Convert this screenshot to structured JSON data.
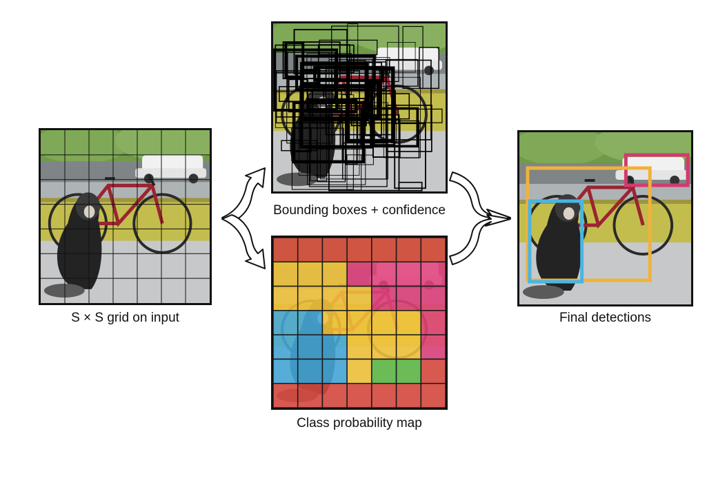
{
  "captions": {
    "grid": "S × S grid on input",
    "boxes": "Bounding boxes + confidence",
    "classmap": "Class probability map",
    "final": "Final detections"
  },
  "grid_size": 7,
  "class_map": [
    [
      "red",
      "red",
      "red",
      "red",
      "red",
      "red",
      "red"
    ],
    [
      "yellow",
      "yellow",
      "yellow",
      "pink",
      "pink",
      "pink",
      "pink"
    ],
    [
      "yellow",
      "yellow",
      "yellow",
      "yellow",
      "pink",
      "pink",
      "pink"
    ],
    [
      "blue",
      "blue",
      "yellow",
      "yellow",
      "yellow",
      "yellow",
      "pink"
    ],
    [
      "blue",
      "blue",
      "blue",
      "yellow",
      "yellow",
      "yellow",
      "pink"
    ],
    [
      "blue",
      "blue",
      "blue",
      "yellow",
      "green",
      "green",
      "red"
    ],
    [
      "red",
      "red",
      "red",
      "red",
      "red",
      "red",
      "red"
    ]
  ],
  "colors": {
    "red": "#d9493f",
    "yellow": "#f2c33a",
    "pink": "#e0417c",
    "blue": "#45a9d9",
    "green": "#5fb846",
    "car_box": "#d33a6e",
    "bike_box": "#f0b23c",
    "dog_box": "#4ab5e3"
  },
  "detections": [
    {
      "label": "car",
      "color_key": "car_box"
    },
    {
      "label": "bicycle",
      "color_key": "bike_box"
    },
    {
      "label": "dog",
      "color_key": "dog_box"
    }
  ]
}
